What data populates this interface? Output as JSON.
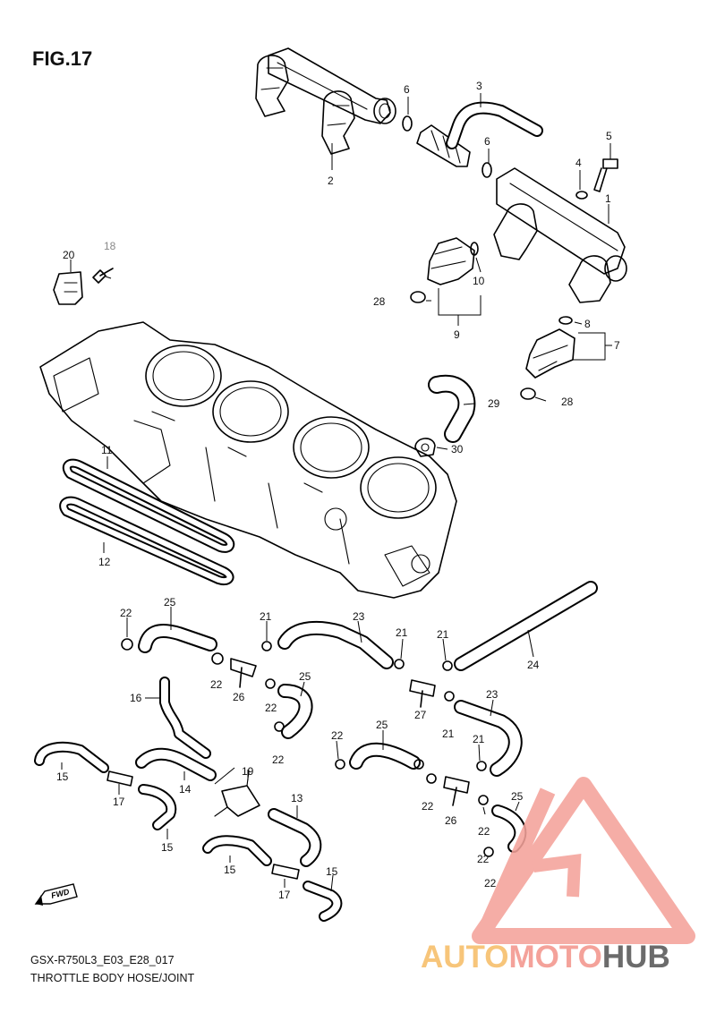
{
  "figure": {
    "title": "FIG.17",
    "model_code": "GSX-R750L3_E03_E28_017",
    "caption": "THROTTLE BODY HOSE/JOINT",
    "fwd_label": "FWD"
  },
  "watermark": {
    "text_part1": "AUTO",
    "text_part2": "MOTO",
    "text_part3": "HUB",
    "color_primary": "#f4a29a",
    "color_accent": "#f7c57a",
    "color_dark": "#6b6b6b"
  },
  "part_labels": [
    {
      "id": "p1",
      "text": "1"
    },
    {
      "id": "p2",
      "text": "2"
    },
    {
      "id": "p3",
      "text": "3"
    },
    {
      "id": "p4",
      "text": "4"
    },
    {
      "id": "p5",
      "text": "5"
    },
    {
      "id": "p6a",
      "text": "6"
    },
    {
      "id": "p6b",
      "text": "6"
    },
    {
      "id": "p7",
      "text": "7"
    },
    {
      "id": "p8",
      "text": "8"
    },
    {
      "id": "p9",
      "text": "9"
    },
    {
      "id": "p10",
      "text": "10"
    },
    {
      "id": "p11",
      "text": "11"
    },
    {
      "id": "p12",
      "text": "12"
    },
    {
      "id": "p13",
      "text": "13"
    },
    {
      "id": "p14",
      "text": "14"
    },
    {
      "id": "p15a",
      "text": "15"
    },
    {
      "id": "p15b",
      "text": "15"
    },
    {
      "id": "p15c",
      "text": "15"
    },
    {
      "id": "p15d",
      "text": "15"
    },
    {
      "id": "p16",
      "text": "16"
    },
    {
      "id": "p17a",
      "text": "17"
    },
    {
      "id": "p17b",
      "text": "17"
    },
    {
      "id": "p18",
      "text": "18"
    },
    {
      "id": "p19",
      "text": "19"
    },
    {
      "id": "p20",
      "text": "20"
    },
    {
      "id": "p21a",
      "text": "21"
    },
    {
      "id": "p21b",
      "text": "21"
    },
    {
      "id": "p21c",
      "text": "21"
    },
    {
      "id": "p21d",
      "text": "21"
    },
    {
      "id": "p21e",
      "text": "21"
    },
    {
      "id": "p22a",
      "text": "22"
    },
    {
      "id": "p22b",
      "text": "22"
    },
    {
      "id": "p22c",
      "text": "22"
    },
    {
      "id": "p22d",
      "text": "22"
    },
    {
      "id": "p22e",
      "text": "22"
    },
    {
      "id": "p22f",
      "text": "22"
    },
    {
      "id": "p22g",
      "text": "22"
    },
    {
      "id": "p22h",
      "text": "22"
    },
    {
      "id": "p22i",
      "text": "22"
    },
    {
      "id": "p23a",
      "text": "23"
    },
    {
      "id": "p23b",
      "text": "23"
    },
    {
      "id": "p24",
      "text": "24"
    },
    {
      "id": "p25a",
      "text": "25"
    },
    {
      "id": "p25b",
      "text": "25"
    },
    {
      "id": "p25c",
      "text": "25"
    },
    {
      "id": "p25d",
      "text": "25"
    },
    {
      "id": "p26a",
      "text": "26"
    },
    {
      "id": "p26b",
      "text": "26"
    },
    {
      "id": "p27",
      "text": "27"
    },
    {
      "id": "p28a",
      "text": "28"
    },
    {
      "id": "p28b",
      "text": "28"
    },
    {
      "id": "p29",
      "text": "29"
    },
    {
      "id": "p30",
      "text": "30"
    }
  ]
}
